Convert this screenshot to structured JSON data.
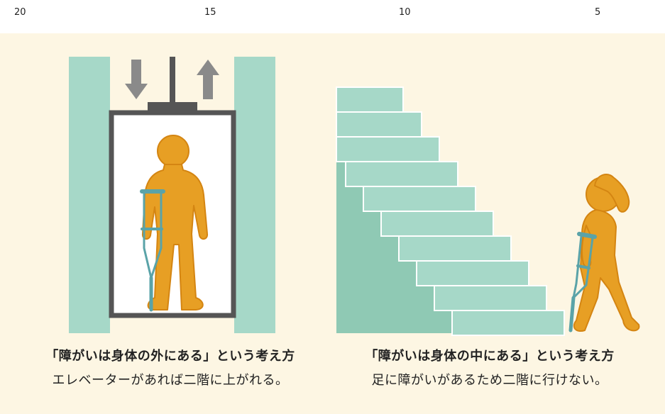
{
  "ruler": {
    "ticks": [
      "20",
      "15",
      "10",
      "5"
    ]
  },
  "left_caption": {
    "title": "「障がいは身体の外にある」という考え方",
    "subtitle": "エレベーターがあれば二階に上がれる。"
  },
  "right_caption": {
    "title": "「障がいは身体の中にある」という考え方",
    "subtitle": "足に障がいがあるため二階に行けない。"
  },
  "colors": {
    "panel_bg": "#fdf6e3",
    "shaft": "#a6d8c8",
    "stairs": "#a6d8c8",
    "stairs_shadow": "#8fc9b4",
    "person": "#e79f24",
    "person_outline": "#d48512",
    "crutch": "#5aa3a8",
    "elevator_frame": "#555555",
    "arrow": "#8a8a8a"
  }
}
